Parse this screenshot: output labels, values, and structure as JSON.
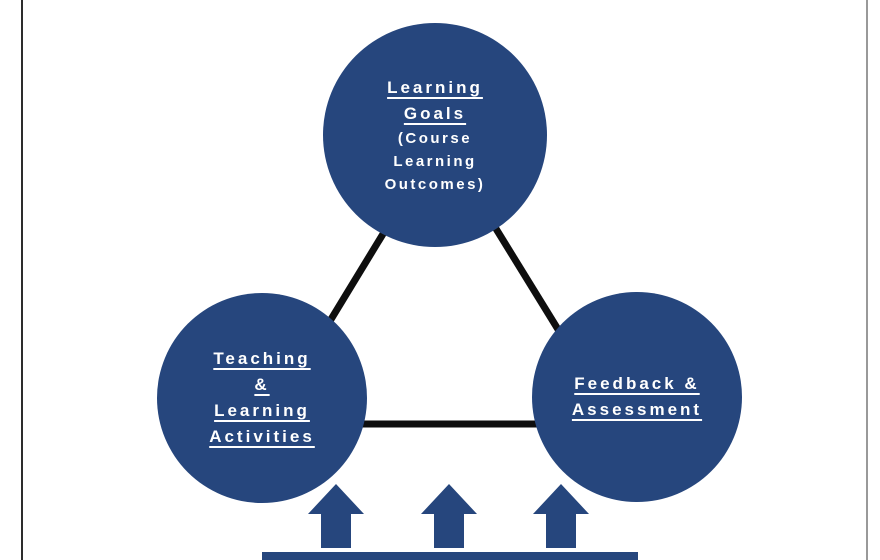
{
  "colors": {
    "accent": "#26467D",
    "connector": "#0e0e0e",
    "text": "#ffffff",
    "frame-left": "#2d2d2d",
    "frame-right": "#999999",
    "background": "#ffffff"
  },
  "diagram": {
    "nodes": [
      {
        "id": "learning-goals",
        "title_lines": [
          "Learning",
          "Goals"
        ],
        "subtitle_lines": [
          "(Course",
          "Learning",
          "Outcomes)"
        ]
      },
      {
        "id": "teaching-learning-activities",
        "title_lines": [
          "Teaching",
          "&",
          "Learning",
          "Activities"
        ]
      },
      {
        "id": "feedback-assessment",
        "title_lines": [
          "Feedback &",
          "Assessment"
        ]
      }
    ],
    "arrow_icons": [
      "up-arrow",
      "up-arrow",
      "up-arrow"
    ]
  }
}
